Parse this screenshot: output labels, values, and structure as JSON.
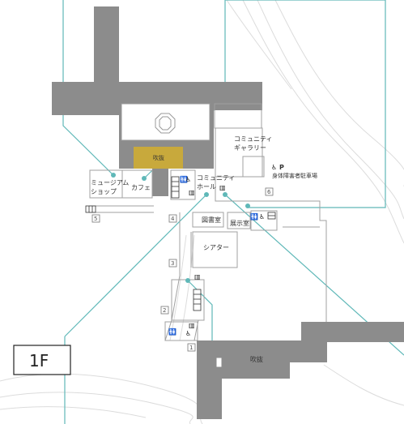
{
  "floor_label": "1F",
  "colors": {
    "building_gray": "#8c8c8c",
    "void_gold": "#c8a93c",
    "teal_line": "#5fb8b8",
    "wall": "#9a9a9a",
    "contour": "#d9d9d9"
  },
  "labels": {
    "fukinuke_upper": "吹抜",
    "fukinuke_lower": "吹抜",
    "community_gallery": [
      "コミュニティ",
      "ギャラリー"
    ],
    "museum_shop": [
      "ミュージアム",
      "ショップ"
    ],
    "cafe": "カフェ",
    "community_hall": [
      "コミュニティ",
      "ホール"
    ],
    "library": "図書室",
    "exhibition": "展示室",
    "theater": "シアター",
    "accessible_parking": "身体障害者駐車場",
    "parking_symbol": "P"
  },
  "entrances": [
    "1",
    "2",
    "3",
    "4",
    "5",
    "6"
  ],
  "icons": {
    "accessible": "♿",
    "elevator": "▥",
    "stairs": "≣",
    "toilet": "🚻"
  }
}
